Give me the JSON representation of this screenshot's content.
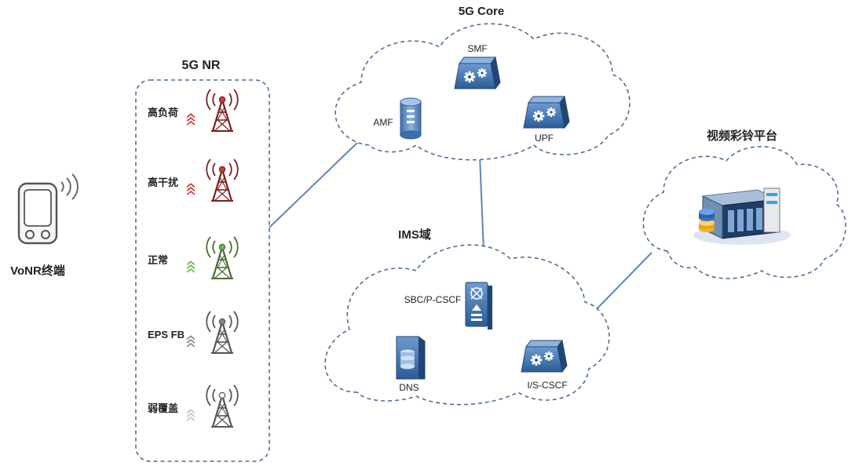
{
  "colors": {
    "line": "#5b87b5",
    "dash": "#4f6f95",
    "red": "#d63a3a",
    "green": "#6dbb4a",
    "grey": "#8a8a8a",
    "lightgrey": "#c4c4c4",
    "tower_dark": "#7a2020",
    "tower_green": "#4a6b35",
    "tower_grey": "#555555",
    "device_blue": "#3e6faa"
  },
  "terminal": {
    "label": "VoNR终端",
    "icon": "phone-icon"
  },
  "nr": {
    "title": "5G NR",
    "items": [
      {
        "label": "高负荷",
        "state": "high-load"
      },
      {
        "label": "高干扰",
        "state": "high-interference"
      },
      {
        "label": "正常",
        "state": "normal"
      },
      {
        "label": "EPS FB",
        "state": "eps-fb"
      },
      {
        "label": "弱覆盖",
        "state": "weak-coverage"
      }
    ]
  },
  "core": {
    "title": "5G Core",
    "smf": "SMF",
    "amf": "AMF",
    "upf": "UPF"
  },
  "ims": {
    "title": "IMS域",
    "sbc": "SBC/P-CSCF",
    "dns": "DNS",
    "iscscf": "I/S-CSCF"
  },
  "platform": {
    "title": "视频彩铃平台",
    "icon": "server-rack-icon"
  }
}
